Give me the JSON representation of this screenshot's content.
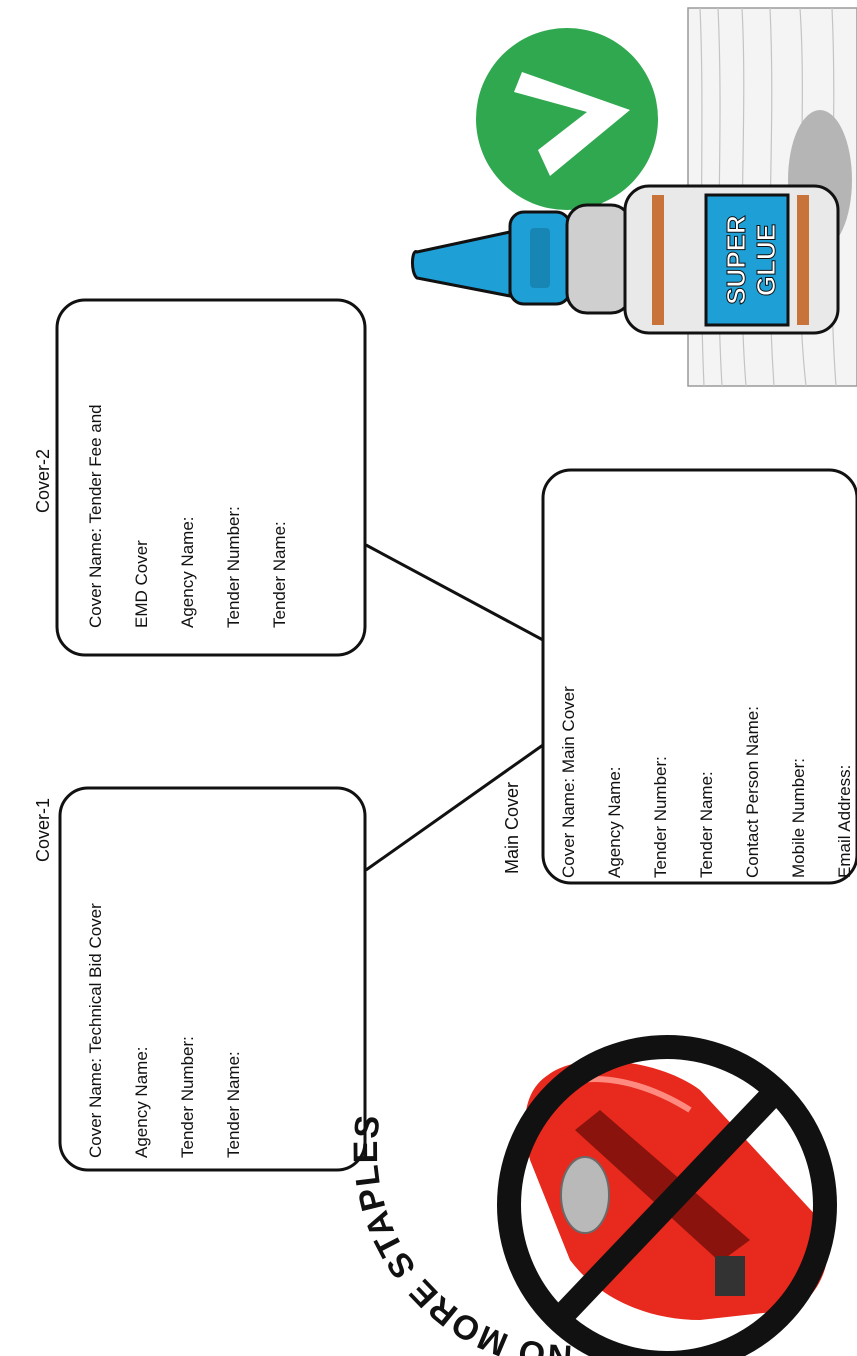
{
  "covers": {
    "cover1": {
      "heading": "Cover-1",
      "lines": [
        "Cover Name: Technical Bid Cover",
        "Agency Name:",
        "Tender Number:",
        "Tender Name:"
      ]
    },
    "cover2": {
      "heading": "Cover-2",
      "lines": [
        "Cover Name: Tender Fee and",
        "EMD Cover",
        "Agency Name:",
        "Tender Number:",
        "Tender Name:"
      ]
    },
    "main": {
      "heading": "Main Cover",
      "lines": [
        "Cover Name: Main Cover",
        "Agency Name:",
        "Tender Number:",
        "Tender Name:",
        "Contact Person Name:",
        "Mobile Number:",
        "Email Address:"
      ]
    }
  },
  "stamp_text": "NO MORE STAPLES",
  "glue": {
    "line1": "SUPER",
    "line2": "GLUE"
  },
  "icons": [
    "checkmark-icon",
    "super-glue-bottle",
    "no-staplers-sign"
  ],
  "colors": {
    "check_green": "#2fa84f",
    "glue_blue": "#1e9fd6",
    "stapler_red": "#e8291d",
    "glue_stripe": "#c8733a"
  }
}
